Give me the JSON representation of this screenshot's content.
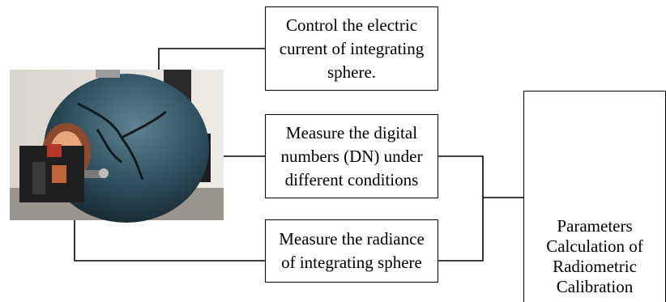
{
  "boxes": {
    "control": [
      "Control the electric",
      "current of integrating",
      "sphere."
    ],
    "dn": [
      "Measure the digital",
      "numbers (DN) under",
      "different conditions"
    ],
    "radiance": [
      "Measure the radiance",
      "of integrating sphere"
    ]
  },
  "device_label": [
    "Parameters",
    "Calculation of",
    "Radiometric",
    "Calibration"
  ],
  "colors": {
    "line": "#000000",
    "sphere": "#2e4f5c",
    "device": "#e8e8e4"
  },
  "images": [
    "integrating-sphere-photo",
    "spectroradiometer-photo"
  ]
}
